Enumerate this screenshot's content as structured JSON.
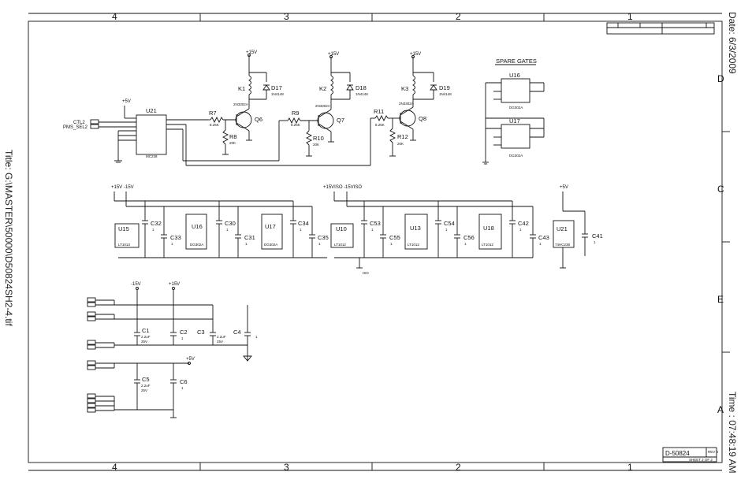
{
  "sidebar": {
    "title": "Title: G:\\MASTER\\50000\\D50824SH2-4.tif",
    "date": "Date: 6/3/2009",
    "time": "Time : 07:48:19 AM"
  },
  "frame": {
    "top_zones": [
      "4",
      "3",
      "2",
      "1"
    ],
    "bottom_zones": [
      "4",
      "3",
      "2",
      "1"
    ],
    "right_zones": [
      "D",
      "C",
      "E",
      "A"
    ]
  },
  "title_block": {
    "drawing_number": "D-50824",
    "rev": "REV 4",
    "sheet": "SHEET 2 OF 2"
  },
  "labels": {
    "spare_gates": "SPARE GATES"
  },
  "components": {
    "u21_top": "U21",
    "u21_top_part": "MC238",
    "u21_bottom": "U21",
    "u21_bottom_part": "74HC238",
    "k1": "K1",
    "k2": "K2",
    "k3": "K3",
    "d17": "D17",
    "d18": "D18",
    "d19": "D19",
    "diode_part": "1N4148",
    "q6": "Q6",
    "q7": "Q7",
    "q8": "Q8",
    "transistor_part": "2N3302A",
    "r7": "R7",
    "r8": "R8",
    "r9": "R9",
    "r10": "R10",
    "r11": "R11",
    "r12": "R12",
    "r_base_val": "8.25K",
    "r_pull_val": "20K",
    "u16": "U16",
    "u16_part": "DG302A",
    "u17": "U17",
    "u17_part": "DG302A",
    "u15": "U15",
    "u15_part": "LT1013",
    "u10": "U10",
    "u10_part": "LT1012",
    "u13": "U13",
    "u13_part": "LT1012",
    "u18": "U18",
    "u18_part": "LT1012",
    "c32": "C32",
    "c33": "C33",
    "c30": "C30",
    "c31": "C31",
    "c34": "C34",
    "c35": "C35",
    "c53": "C53",
    "c55": "C55",
    "c54": "C54",
    "c56": "C56",
    "c42": "C42",
    "c43": "C43",
    "c41": "C41",
    "c1": "C1",
    "c2": "C2",
    "c3": "C3",
    "c4": "C4",
    "c5": "C5",
    "c6": "C6",
    "cap_val": "1",
    "cap_val_electro": "2.2uF",
    "cap_volt": "25V"
  },
  "rails": {
    "p15v": "+15V",
    "n15v": "-15V",
    "p5v": "+5V",
    "p15v_iso": "+15VISO",
    "n15v_iso": "-15VISO",
    "iso": "ISO"
  },
  "signals": {
    "ctl2": "CTL2",
    "pms_sel2": "PMS_SEL2"
  }
}
